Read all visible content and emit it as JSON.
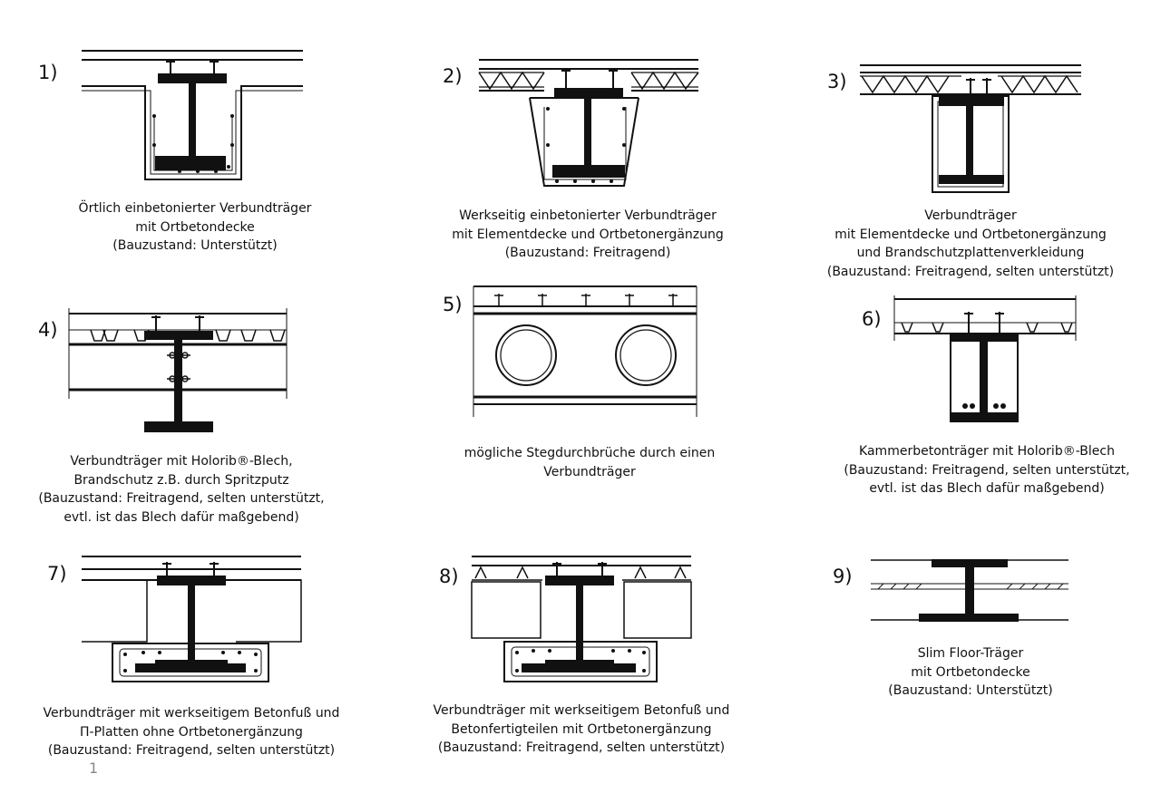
{
  "panels": [
    {
      "number": "1)",
      "caption": [
        "Örtlich einbetonierter Verbundträger",
        "mit Ortbetondecke",
        "(Bauzustand: Unterstützt)"
      ]
    },
    {
      "number": "2)",
      "caption": [
        "Werkseitig einbetonierter Verbundträger",
        "mit Elementdecke und Ortbetonergänzung",
        "(Bauzustand: Freitragend)"
      ]
    },
    {
      "number": "3)",
      "caption": [
        "Verbundträger",
        "mit Elementdecke und Ortbetonergänzung",
        "und Brandschutzplattenverkleidung",
        "(Bauzustand: Freitragend, selten unterstützt)"
      ]
    },
    {
      "number": "4)",
      "caption": [
        "Verbundträger mit Holorib®-Blech,",
        "Brandschutz z.B. durch Spritzputz",
        "(Bauzustand: Freitragend, selten unterstützt,",
        "evtl. ist das Blech dafür maßgebend)"
      ]
    },
    {
      "number": "5)",
      "caption": [
        "mögliche Stegdurchbrüche durch einen",
        "Verbundträger"
      ]
    },
    {
      "number": "6)",
      "caption": [
        "Kammerbetonträger mit Holorib®-Blech",
        "(Bauzustand: Freitragend, selten unterstützt,",
        "evtl. ist das Blech dafür maßgebend)"
      ]
    },
    {
      "number": "7)",
      "caption": [
        "Verbundträger mit werkseitigem Betonfuß und",
        "Π-Platten ohne Ortbetonergänzung",
        "(Bauzustand: Freitragend, selten unterstützt)"
      ]
    },
    {
      "number": "8)",
      "caption": [
        "Verbundträger mit werkseitigem Betonfuß und",
        "Betonfertigteilen mit Ortbetonergänzung",
        "(Bauzustand: Freitragend, selten unterstützt)"
      ]
    },
    {
      "number": "9)",
      "caption": [
        "Slim Floor-Träger",
        "mit Ortbetondecke",
        "(Bauzustand: Unterstützt)"
      ]
    }
  ],
  "page_number": "1"
}
